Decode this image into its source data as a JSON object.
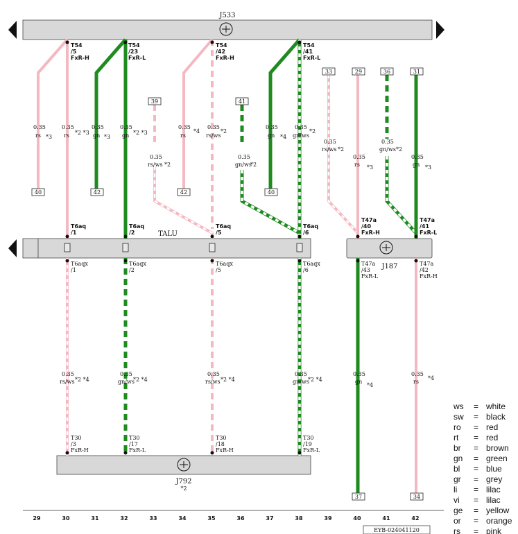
{
  "components": {
    "j533": "J533",
    "talu": "TALU",
    "j187": "J187",
    "j792": "J792",
    "j792_note": "*2"
  },
  "connectors": [
    {
      "id": "t54_5",
      "l1": "T54",
      "l2": "/5",
      "l3": "FxR-H"
    },
    {
      "id": "t54_23",
      "l1": "T54",
      "l2": "/23",
      "l3": "FxR-L"
    },
    {
      "id": "t54_42",
      "l1": "T54",
      "l2": "/42",
      "l3": "FxR-H"
    },
    {
      "id": "t54_41",
      "l1": "T54",
      "l2": "/41",
      "l3": "FxR-L"
    },
    {
      "id": "t6aq_1",
      "l1": "T6aq",
      "l2": "/1",
      "l3": ""
    },
    {
      "id": "t6aq_2",
      "l1": "T6aq",
      "l2": "/2",
      "l3": ""
    },
    {
      "id": "t6aq_5",
      "l1": "T6aq",
      "l2": "/5",
      "l3": ""
    },
    {
      "id": "t6aq_6",
      "l1": "T6aq",
      "l2": "/6",
      "l3": ""
    },
    {
      "id": "t47a_40",
      "l1": "T47a",
      "l2": "/40",
      "l3": "FxR-H"
    },
    {
      "id": "t47a_41",
      "l1": "T47a",
      "l2": "/41",
      "l3": "FxR-L"
    },
    {
      "id": "t6aqx_1",
      "l1": "T6aqx",
      "l2": "/1",
      "l3": ""
    },
    {
      "id": "t6aqx_2",
      "l1": "T6aqx",
      "l2": "/2",
      "l3": ""
    },
    {
      "id": "t6aqx_5",
      "l1": "T6aqx",
      "l2": "/5",
      "l3": ""
    },
    {
      "id": "t6aqx_6",
      "l1": "T6aqx",
      "l2": "/6",
      "l3": ""
    },
    {
      "id": "t47a_43",
      "l1": "T47a",
      "l2": "/43",
      "l3": "FxR-L"
    },
    {
      "id": "t47a_42",
      "l1": "T47a",
      "l2": "/42",
      "l3": "FxR-H"
    },
    {
      "id": "t30_3",
      "l1": "T30",
      "l2": "/3",
      "l3": "FxR-H"
    },
    {
      "id": "t30_17",
      "l1": "T30",
      "l2": "/17",
      "l3": "FxR-L"
    },
    {
      "id": "t30_18",
      "l1": "T30",
      "l2": "/18",
      "l3": "FxR-H"
    },
    {
      "id": "t30_19",
      "l1": "T30",
      "l2": "/19",
      "l3": "FxR-L"
    }
  ],
  "wires": [
    {
      "id": "w1",
      "size": "0.35",
      "color": "rs",
      "note": "*3"
    },
    {
      "id": "w2",
      "size": "0.35",
      "color": "rs",
      "note": "*2 *3"
    },
    {
      "id": "w3",
      "size": "0.35",
      "color": "gn",
      "note": "*3"
    },
    {
      "id": "w4",
      "size": "0.35",
      "color": "gn",
      "note": "*2 *3"
    },
    {
      "id": "w5",
      "size": "0.35",
      "color": "rs/ws",
      "note": "*2"
    },
    {
      "id": "w6",
      "size": "0.35",
      "color": "rs",
      "note": "*4"
    },
    {
      "id": "w7",
      "size": "0.35",
      "color": "rs/ws",
      "note": "*2"
    },
    {
      "id": "w8",
      "size": "0.35",
      "color": "gn/ws",
      "note": "*2"
    },
    {
      "id": "w9",
      "size": "0.35",
      "color": "gn",
      "note": "*4"
    },
    {
      "id": "w10",
      "size": "0.35",
      "color": "gn/ws",
      "note": "*2"
    },
    {
      "id": "w11",
      "size": "0.35",
      "color": "rs/ws",
      "note": "*2"
    },
    {
      "id": "w12",
      "size": "0.35",
      "color": "rs",
      "note": "*3"
    },
    {
      "id": "w13",
      "size": "0.35",
      "color": "gn/ws",
      "note": "*2"
    },
    {
      "id": "w14",
      "size": "0.35",
      "color": "gn",
      "note": "*3"
    },
    {
      "id": "w15",
      "size": "0.35",
      "color": "rs/ws",
      "note": "*2 *4"
    },
    {
      "id": "w16",
      "size": "0.35",
      "color": "gn/ws",
      "note": "*2 *4"
    },
    {
      "id": "w17",
      "size": "0.35",
      "color": "rs/ws",
      "note": "*2 *4"
    },
    {
      "id": "w18",
      "size": "0.35",
      "color": "gn/ws",
      "note": "*2 *4"
    },
    {
      "id": "w19",
      "size": "0.35",
      "color": "gn",
      "note": "*4"
    },
    {
      "id": "w20",
      "size": "0.35",
      "color": "rs",
      "note": "*4"
    }
  ],
  "refs": [
    "40",
    "42",
    "39",
    "42",
    "41",
    "40",
    "33",
    "29",
    "36",
    "31",
    "37",
    "34"
  ],
  "columns": [
    "29",
    "30",
    "31",
    "32",
    "33",
    "34",
    "35",
    "36",
    "37",
    "38",
    "39",
    "40",
    "41",
    "42"
  ],
  "legend": [
    {
      "code": "ws",
      "eq": "=",
      "name": "white"
    },
    {
      "code": "sw",
      "eq": "=",
      "name": "black"
    },
    {
      "code": "ro",
      "eq": "=",
      "name": "red"
    },
    {
      "code": "rt",
      "eq": "=",
      "name": "red"
    },
    {
      "code": "br",
      "eq": "=",
      "name": "brown"
    },
    {
      "code": "gn",
      "eq": "=",
      "name": "green"
    },
    {
      "code": "bl",
      "eq": "=",
      "name": "blue"
    },
    {
      "code": "gr",
      "eq": "=",
      "name": "grey"
    },
    {
      "code": "li",
      "eq": "=",
      "name": "lilac"
    },
    {
      "code": "vi",
      "eq": "=",
      "name": "lilac"
    },
    {
      "code": "ge",
      "eq": "=",
      "name": "yellow"
    },
    {
      "code": "or",
      "eq": "=",
      "name": "orange"
    },
    {
      "code": "rs",
      "eq": "=",
      "name": "pink"
    }
  ],
  "footer_code": "EYB-024041120",
  "colors": {
    "pink": "#f4b8c2",
    "green": "#1f8a1f",
    "bar": "#d8d8d8"
  }
}
